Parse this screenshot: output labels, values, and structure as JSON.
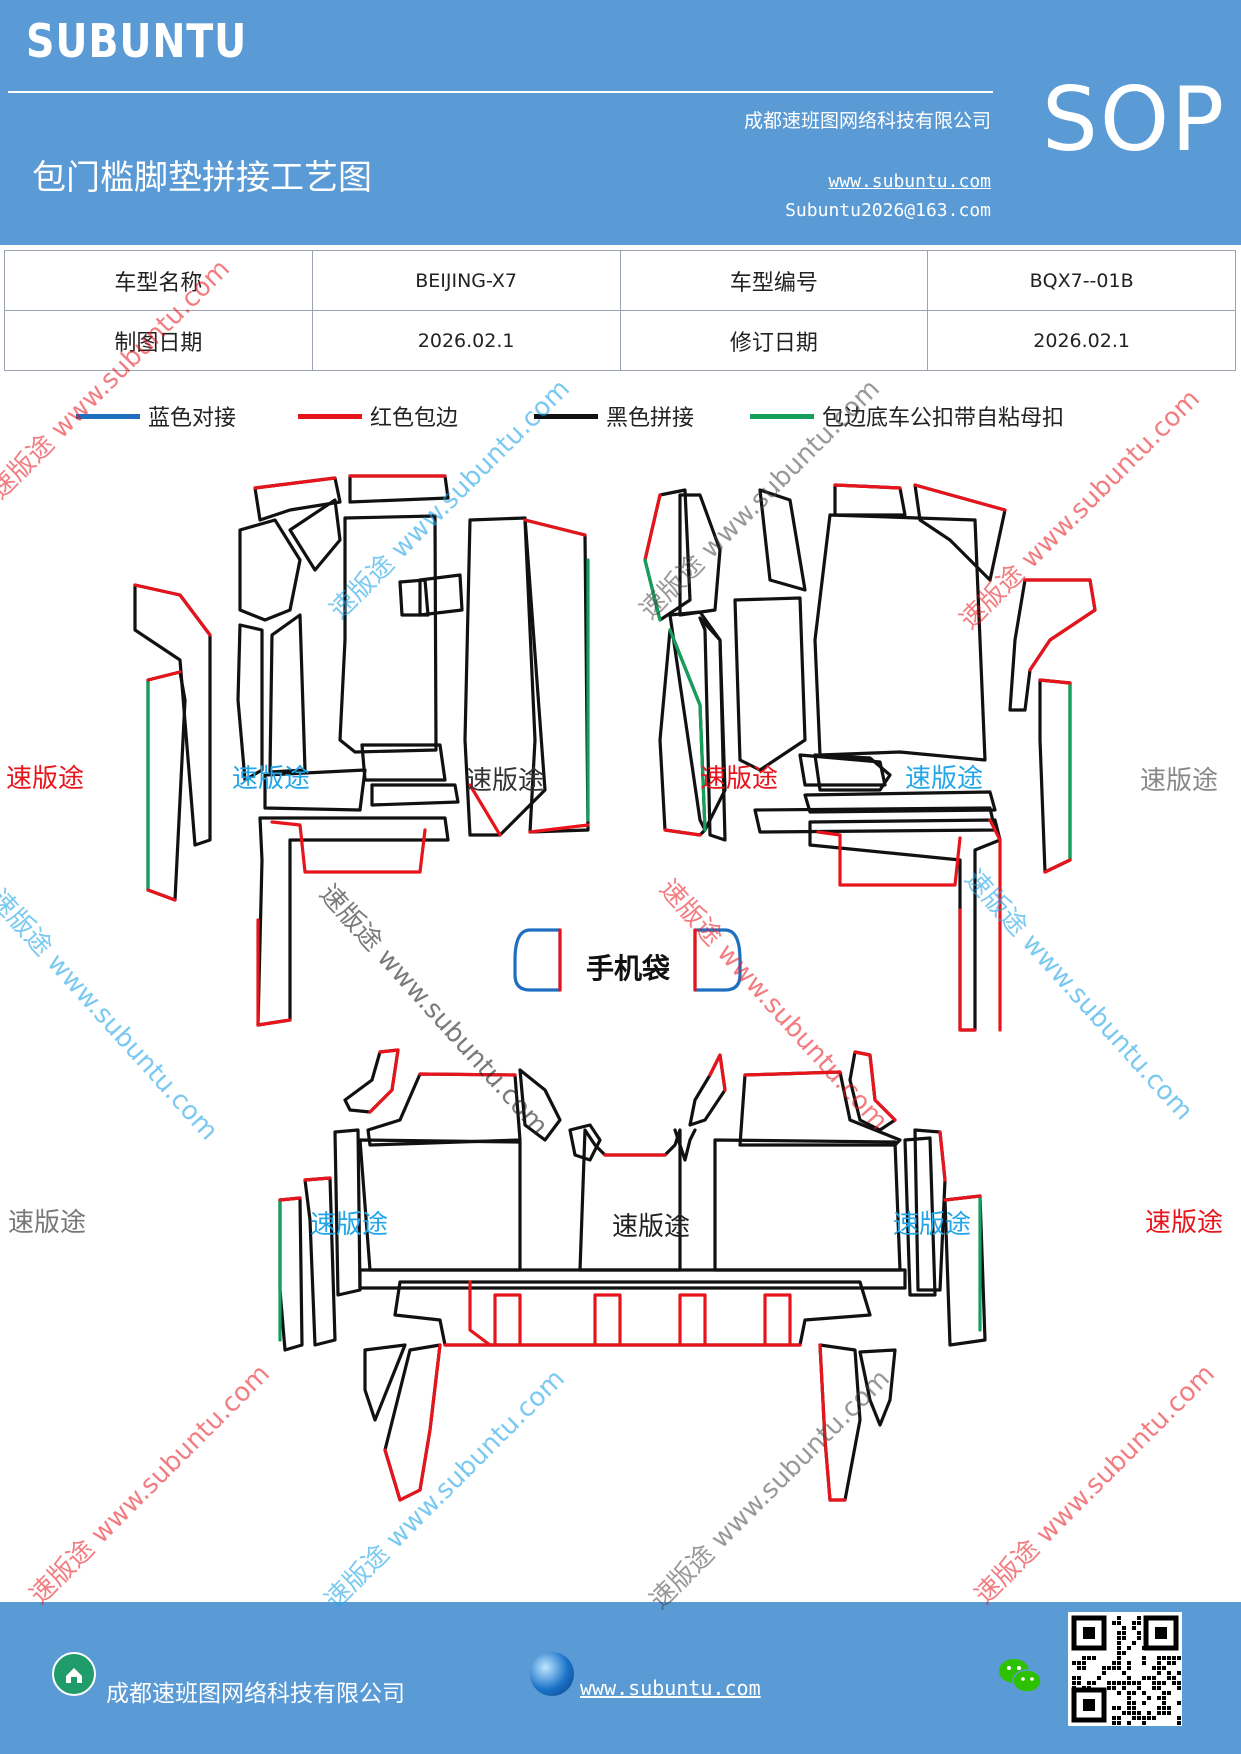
{
  "header": {
    "brand": "SUBUNTU",
    "company": "成都速班图网络科技有限公司",
    "title": "包门槛脚垫拼接工艺图",
    "website": "www.subuntu.com",
    "email": "Subuntu2026@163.com",
    "badge": "SOP"
  },
  "info_table": {
    "model_name_label": "车型名称",
    "model_name_value": "BEIJING-X7",
    "model_code_label": "车型编号",
    "model_code_value": "BQX7--01B",
    "draw_date_label": "制图日期",
    "draw_date_value": "2026.02.1",
    "revise_date_label": "修订日期",
    "revise_date_value": "2026.02.1"
  },
  "legend": [
    {
      "label": "蓝色对接",
      "color": "#1f6fc0"
    },
    {
      "label": "红色包边",
      "color": "#e8141c"
    },
    {
      "label": "黑色拼接",
      "color": "#111111"
    },
    {
      "label": "包边底车公扣带自粘母扣",
      "color": "#14a05a"
    }
  ],
  "drawing": {
    "phone_bag_label": "手机袋"
  },
  "watermark": {
    "brand_cn": "速版途",
    "url": "www.subuntu.com"
  },
  "footer": {
    "company": "成都速班图网络科技有限公司",
    "website": "www.subuntu.com",
    "home_icon": "home-icon",
    "globe_icon": "globe-icon",
    "wechat_icon": "wechat-icon"
  }
}
